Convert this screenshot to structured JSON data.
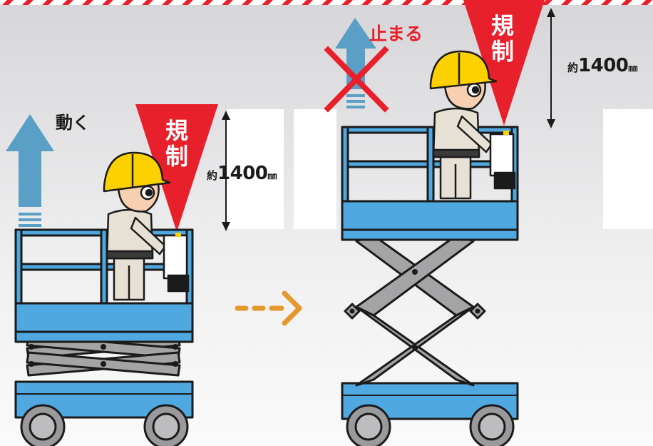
{
  "labels": {
    "move": "動く",
    "stop": "止まる",
    "regulation_left_1": "規",
    "regulation_left_2": "制",
    "regulation_right_1": "規",
    "regulation_right_2": "制",
    "distance_prefix_left": "約",
    "distance_value_left": "1400",
    "distance_unit_left": "㎜",
    "distance_prefix_right": "約",
    "distance_value_right": "1400",
    "distance_unit_right": "㎜"
  },
  "colors": {
    "platform_blue": "#4fa8e0",
    "scissor_gray": "#a4a4a6",
    "regulation_red": "#e8202c",
    "helmet_yellow": "#fdd000",
    "up_arrow_blue": "#5a9fc6",
    "progress_arrow_orange": "#e3992d",
    "outline": "#1b1b1b"
  },
  "icons": [
    "up-arrow-icon",
    "blocked-up-arrow-icon",
    "cross-icon",
    "dashed-right-arrow-icon",
    "worker-icon",
    "scissor-lift-icon"
  ]
}
